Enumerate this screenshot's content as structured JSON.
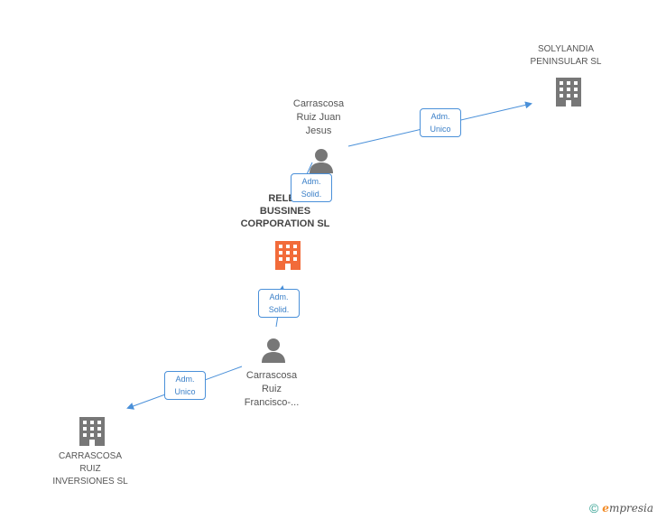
{
  "nodes": {
    "solylandia": {
      "label": "SOLYLANDIA\nPENINSULAR SL"
    },
    "juan_jesus": {
      "label": "Carrascosa\nRuiz Juan\nJesus"
    },
    "relec": {
      "label": "RELEC\nBUSSINES\nCORPORATION SL"
    },
    "francisco": {
      "label": "Carrascosa\nRuiz\nFrancisco-..."
    },
    "inversiones": {
      "label": "CARRASCOSA\nRUIZ\nINVERSIONES SL"
    }
  },
  "edges": {
    "juan_to_solylandia": {
      "label": "Adm.\nUnico"
    },
    "juan_to_relec": {
      "label": "Adm.\nSolid."
    },
    "francisco_to_relec": {
      "label": "Adm.\nSolid."
    },
    "francisco_to_inversiones": {
      "label": "Adm.\nUnico"
    }
  },
  "footer": {
    "copyright_symbol": "©",
    "brand_initial": "e",
    "brand_rest": "mpresia"
  },
  "colors": {
    "focus_company": "#f26b3a",
    "company": "#777777",
    "person": "#777777",
    "edge": "#4a90d9"
  }
}
